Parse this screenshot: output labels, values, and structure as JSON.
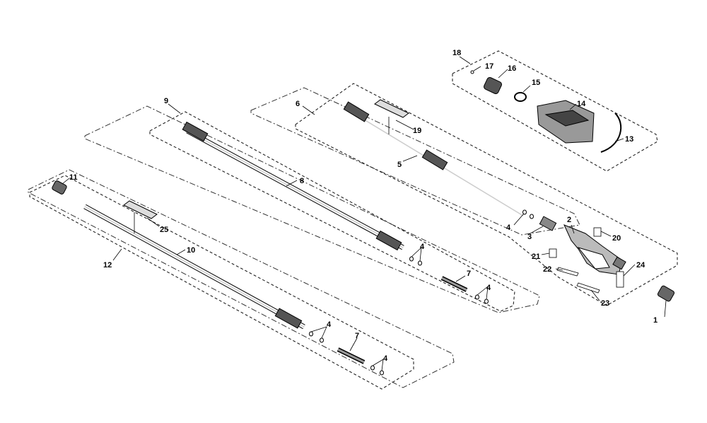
{
  "diagram": {
    "callouts": {
      "c1": "1",
      "c2": "2",
      "c3": "3",
      "c4a": "4",
      "c4b": "4",
      "c4c": "4",
      "c4d": "4",
      "c4e": "4",
      "c5": "5",
      "c6": "6",
      "c7a": "7",
      "c7b": "7",
      "c8": "8",
      "c9": "9",
      "c10": "10",
      "c11": "11",
      "c12": "12",
      "c13": "13",
      "c14": "14",
      "c15": "15",
      "c16": "16",
      "c17": "17",
      "c18": "18",
      "c19": "19",
      "c20": "20",
      "c21": "21",
      "c22": "22",
      "c23": "23",
      "c24": "24",
      "c25": "25"
    }
  }
}
